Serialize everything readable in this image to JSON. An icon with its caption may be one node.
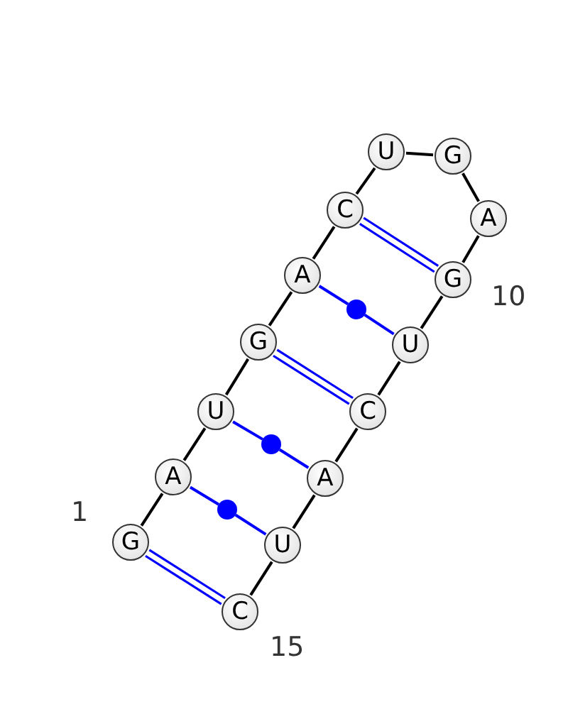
{
  "diagram": {
    "nodes": [
      {
        "text": [
          "G"
        ]
      },
      {
        "text": [
          "A"
        ]
      },
      {
        "text": [
          "U"
        ]
      },
      {
        "text": [
          "G"
        ]
      },
      {
        "text": [
          "A"
        ]
      },
      {
        "text": [
          "C"
        ]
      },
      {
        "text": [
          "U"
        ]
      },
      {
        "text": [
          "G"
        ]
      },
      {
        "text": [
          "A"
        ]
      },
      {
        "text": [
          "G"
        ]
      },
      {
        "text": [
          "U"
        ]
      },
      {
        "text": [
          "C"
        ]
      },
      {
        "text": [
          "A"
        ]
      },
      {
        "text": [
          "U"
        ]
      },
      {
        "text": [
          "C"
        ]
      },
      {
        "text": [],
        "shape": "circle"
      },
      {
        "text": [],
        "shape": "circle"
      },
      {
        "text": [],
        "shape": "circle"
      }
    ],
    "edges": [
      {
        "from": 0,
        "to": 1,
        "arrow": "none"
      },
      {
        "from": 1,
        "to": 2,
        "arrow": "none"
      },
      {
        "from": 2,
        "to": 3,
        "arrow": "none"
      },
      {
        "from": 3,
        "to": 4,
        "arrow": "none"
      },
      {
        "from": 4,
        "to": 5,
        "arrow": "none"
      },
      {
        "from": 5,
        "to": 6,
        "arrow": "none"
      },
      {
        "from": 6,
        "to": 7,
        "arrow": "none"
      },
      {
        "from": 7,
        "to": 8,
        "arrow": "none"
      },
      {
        "from": 8,
        "to": 9,
        "arrow": "none"
      },
      {
        "from": 9,
        "to": 10,
        "arrow": "none"
      },
      {
        "from": 10,
        "to": 11,
        "arrow": "none"
      },
      {
        "from": 11,
        "to": 12,
        "arrow": "none"
      },
      {
        "from": 12,
        "to": 13,
        "arrow": "none"
      },
      {
        "from": 13,
        "to": 14,
        "arrow": "none"
      },
      {
        "from": 0,
        "to": 14,
        "arrow": "none",
        "color": "#0000ff"
      },
      {
        "from": 1,
        "to": 17,
        "arrow": "none",
        "color": "#0000ff"
      },
      {
        "from": 17,
        "to": 13,
        "arrow": "none",
        "color": "#0000ff"
      },
      {
        "from": 2,
        "to": 16,
        "arrow": "none",
        "color": "#0000ff"
      },
      {
        "from": 16,
        "to": 12,
        "arrow": "none",
        "color": "#0000ff"
      },
      {
        "from": 3,
        "to": 11,
        "arrow": "none",
        "color": "#0000ff"
      },
      {
        "from": 4,
        "to": 15,
        "arrow": "none",
        "color": "#0000ff"
      },
      {
        "from": 15,
        "to": 10,
        "arrow": "none",
        "color": "#0000ff"
      },
      {
        "from": 5,
        "to": 9,
        "arrow": "none",
        "color": "#0000ff"
      }
    ],
    "labels": [
      "1",
      "10",
      "15"
    ]
  }
}
